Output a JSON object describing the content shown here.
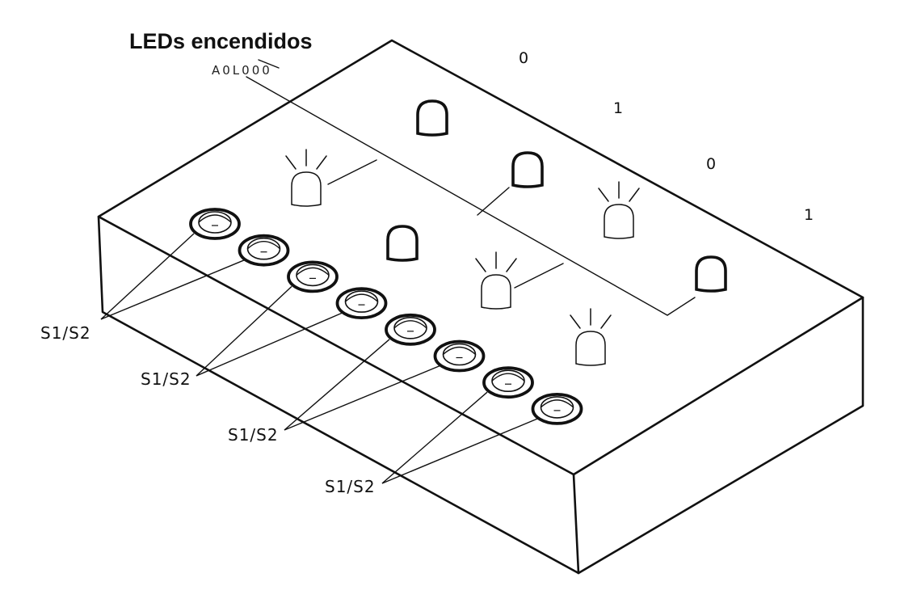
{
  "title": "LEDs encendidos",
  "obscured_label": "A0L000",
  "bit_labels": [
    "0",
    "1",
    "0",
    "1"
  ],
  "switch_labels": [
    "S1/S2",
    "S1/S2",
    "S1/S2",
    "S1/S2"
  ],
  "led_states": [
    "off",
    "on",
    "off",
    "on",
    "off",
    "on",
    "off",
    "on"
  ],
  "switch_count": 8,
  "colors": {
    "ink": "#111111",
    "background": "#ffffff"
  }
}
